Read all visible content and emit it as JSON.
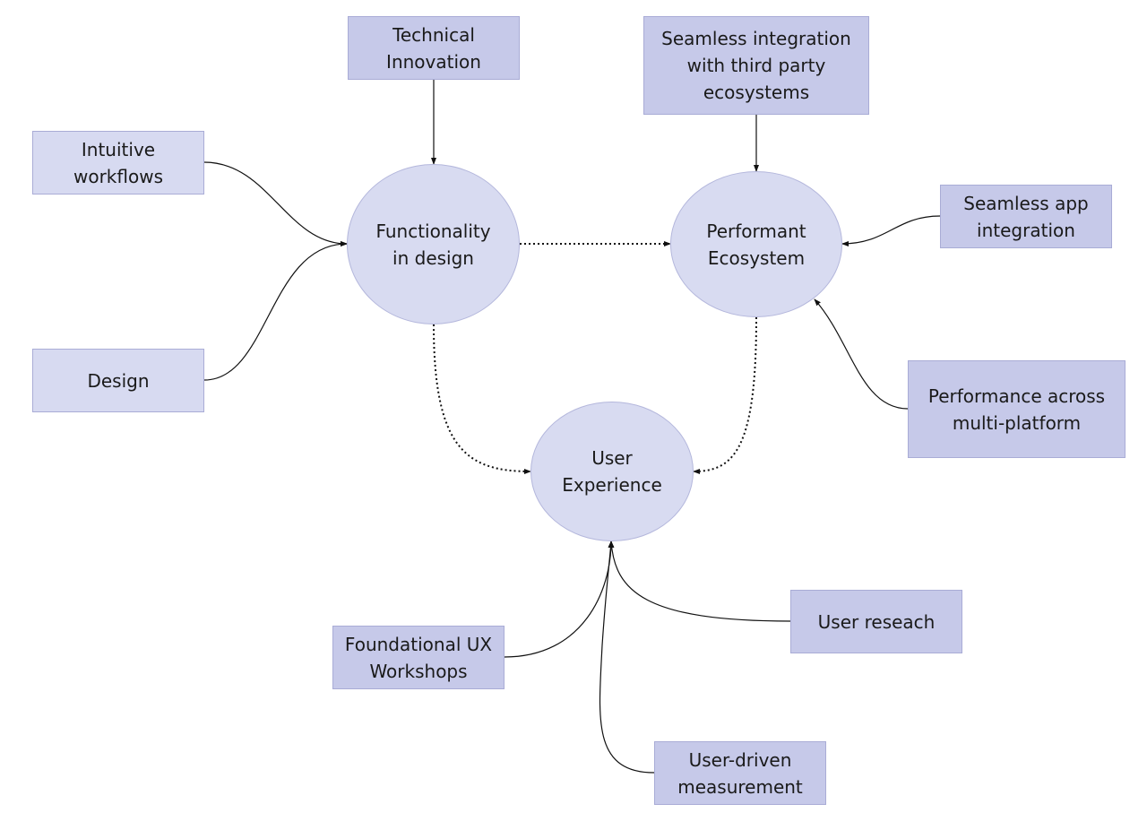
{
  "colors": {
    "box_dark": "#c6c9e9",
    "box_light": "#d7daf1",
    "circle": "#d8dbf1",
    "edge": "#111111"
  },
  "nodes": {
    "technical_innovation": "Technical\nInnovation",
    "seamless_third_party": "Seamless integration\nwith third party\necosystems",
    "intuitive_workflows": "Intuitive\nworkflows",
    "design": "Design",
    "functionality_in_design": "Functionality\nin design",
    "performant_ecosystem": "Performant\nEcosystem",
    "seamless_app_integration": "Seamless app\nintegration",
    "performance_multi_platform": "Performance across\nmulti-platform",
    "user_experience": "User\nExperience",
    "foundational_ux_workshops": "Foundational UX\nWorkshops",
    "user_research": "User reseach",
    "user_driven_measurement": "User-driven\nmeasurement"
  },
  "edges": [
    {
      "from": "technical_innovation",
      "to": "functionality_in_design",
      "style": "solid"
    },
    {
      "from": "intuitive_workflows",
      "to": "functionality_in_design",
      "style": "solid"
    },
    {
      "from": "design",
      "to": "functionality_in_design",
      "style": "solid"
    },
    {
      "from": "functionality_in_design",
      "to": "performant_ecosystem",
      "style": "dotted"
    },
    {
      "from": "seamless_third_party",
      "to": "performant_ecosystem",
      "style": "solid"
    },
    {
      "from": "seamless_app_integration",
      "to": "performant_ecosystem",
      "style": "solid"
    },
    {
      "from": "performance_multi_platform",
      "to": "performant_ecosystem",
      "style": "solid"
    },
    {
      "from": "functionality_in_design",
      "to": "user_experience",
      "style": "dotted"
    },
    {
      "from": "performant_ecosystem",
      "to": "user_experience",
      "style": "dotted"
    },
    {
      "from": "foundational_ux_workshops",
      "to": "user_experience",
      "style": "solid"
    },
    {
      "from": "user_research",
      "to": "user_experience",
      "style": "solid"
    },
    {
      "from": "user_driven_measurement",
      "to": "user_experience",
      "style": "solid"
    }
  ]
}
